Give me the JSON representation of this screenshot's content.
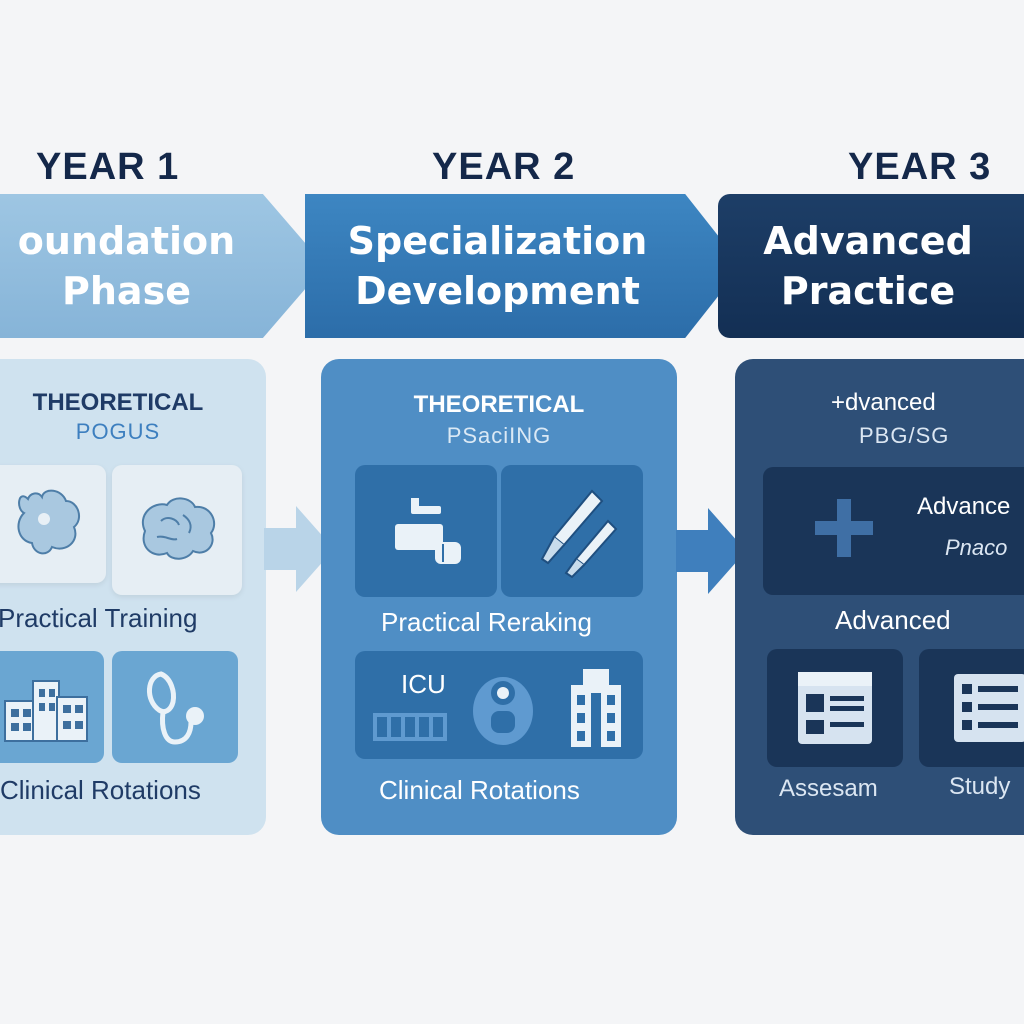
{
  "years": [
    "YEAR 1",
    "YEAR 2",
    "YEAR 3"
  ],
  "phases": [
    {
      "line1": "oundation",
      "line2": "Phase"
    },
    {
      "line1": "Specialization",
      "line2": "Development"
    },
    {
      "line1": "Advanced",
      "line2": "Practice"
    }
  ],
  "panel1": {
    "title": "THEORETICAL",
    "subtitle": "POGUS",
    "practical_label": "Practical Training",
    "clinical_label": "Clinical Rotations",
    "icons": [
      "heart-organ-icon",
      "brain-organ-icon",
      "hospital-building-icon",
      "stethoscope-icon"
    ]
  },
  "panel2": {
    "title": "THEORETICAL",
    "subtitle": "PSaciING",
    "practical_label": "Practical Reraking",
    "icu_label": "ICU",
    "clinical_label": "Clinical Rotations",
    "icons": [
      "ultrasound-machine-icon",
      "ultrasound-probe-icon",
      "monitor-bars-icon",
      "patient-icon",
      "hospital-building-icon"
    ]
  },
  "panel3": {
    "title": "+dvanced",
    "subtitle": "PBG/SG",
    "card_title": "Advance",
    "card_sub": "Pnaco",
    "mid_label": "Advanced",
    "assess_label": "Assesam",
    "study_label": "Study",
    "icons": [
      "plus-icon",
      "assessment-form-icon",
      "study-list-icon"
    ]
  },
  "colors": {
    "year1": "#9ec6e3",
    "year2": "#3d86c2",
    "year3": "#1d3e67",
    "heading": "#14284a"
  }
}
